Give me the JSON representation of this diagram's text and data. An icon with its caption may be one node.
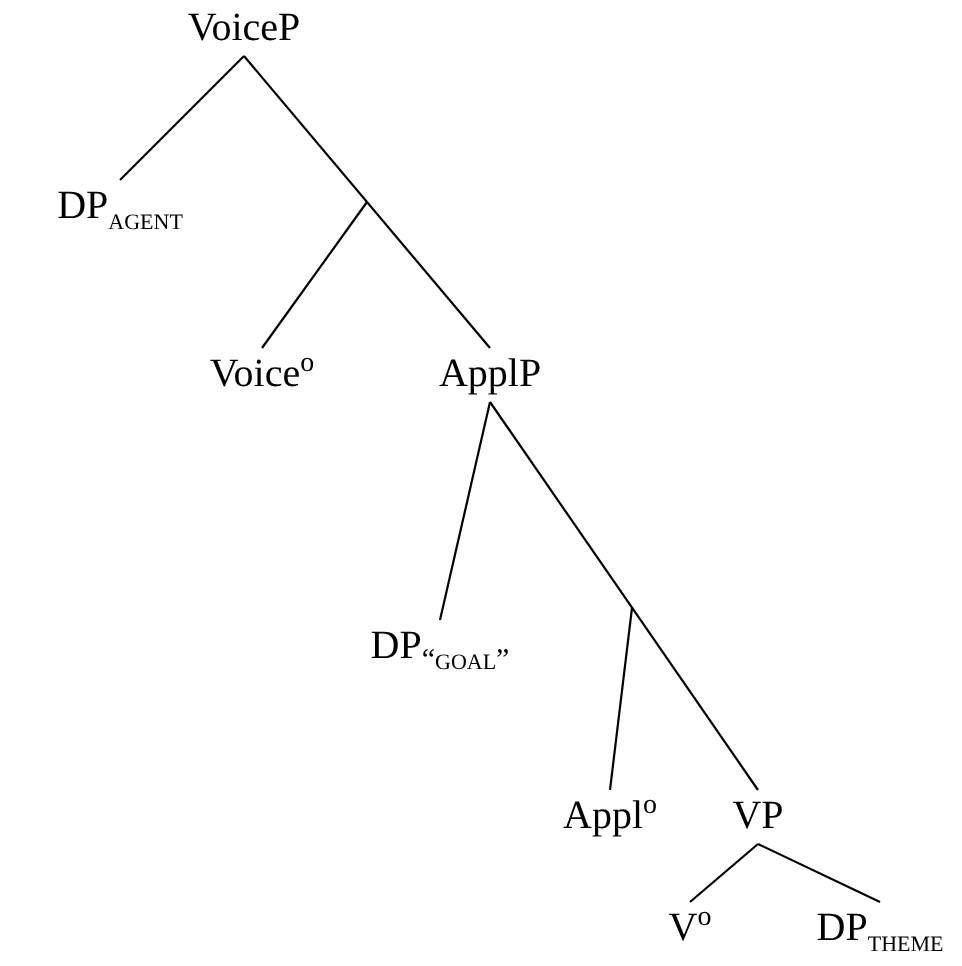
{
  "diagram": {
    "nodes": [
      {
        "text": [
          "VoiceP"
        ]
      },
      {
        "text": [
          "DP$_{agent}$"
        ]
      },
      {
        "text": [
          "Voice$^{o}$"
        ]
      },
      {
        "text": [
          "ApplP"
        ]
      },
      {
        "text": [
          "DP$_{“goal”}$"
        ]
      },
      {
        "text": [
          "Appl$^{o}$"
        ]
      },
      {
        "text": [
          "VP"
        ]
      },
      {
        "text": [
          "V$^{o}$"
        ]
      },
      {
        "text": [
          "DP$_{theme}$"
        ]
      }
    ],
    "edges": [
      {
        "from": 0,
        "to": 1,
        "arrow": "none"
      },
      {
        "from": 0,
        "to": 3,
        "arrow": "none"
      },
      {
        "from": null,
        "to": 2,
        "arrow": "none"
      },
      {
        "from": 3,
        "to": 4,
        "arrow": "none"
      },
      {
        "from": 3,
        "to": 6,
        "arrow": "none"
      },
      {
        "from": null,
        "to": 5,
        "arrow": "none"
      },
      {
        "from": 6,
        "to": 7,
        "arrow": "none"
      },
      {
        "from": 6,
        "to": 8,
        "arrow": "none"
      }
    ]
  }
}
